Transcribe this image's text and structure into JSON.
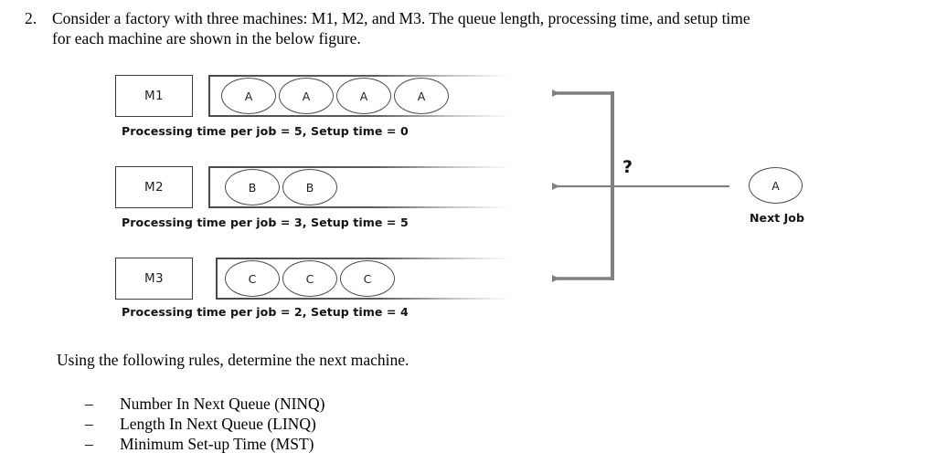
{
  "question": {
    "number": "2.",
    "line1": "Consider a factory with three machines: M1, M2, and M3. The queue length, processing time, and setup time",
    "line2": "for each machine are shown in the below figure."
  },
  "figure": {
    "machines": [
      {
        "name": "M1",
        "jobs": [
          "A",
          "A",
          "A",
          "A"
        ],
        "caption": "Processing time per job = 5, Setup time = 0",
        "processing_time": 5,
        "setup_time": 0,
        "queue_length": 4
      },
      {
        "name": "M2",
        "jobs": [
          "B",
          "B"
        ],
        "caption": "Processing time per job = 3, Setup time = 5",
        "processing_time": 3,
        "setup_time": 5,
        "queue_length": 2
      },
      {
        "name": "M3",
        "jobs": [
          "C",
          "C",
          "C"
        ],
        "caption": "Processing time per job = 2, Setup time = 4",
        "processing_time": 2,
        "setup_time": 4,
        "queue_length": 3
      }
    ],
    "router": {
      "question_mark": "?",
      "next_job_label": "A",
      "next_job_caption": "Next Job",
      "line_color": "#808080",
      "arrow_count": 3
    }
  },
  "rules": {
    "intro": "Using the following rules, determine the next machine.",
    "dash": "–",
    "items": [
      "Number In Next Queue (NINQ)",
      "Length In Next Queue (LINQ)",
      "Minimum Set-up Time (MST)"
    ]
  }
}
